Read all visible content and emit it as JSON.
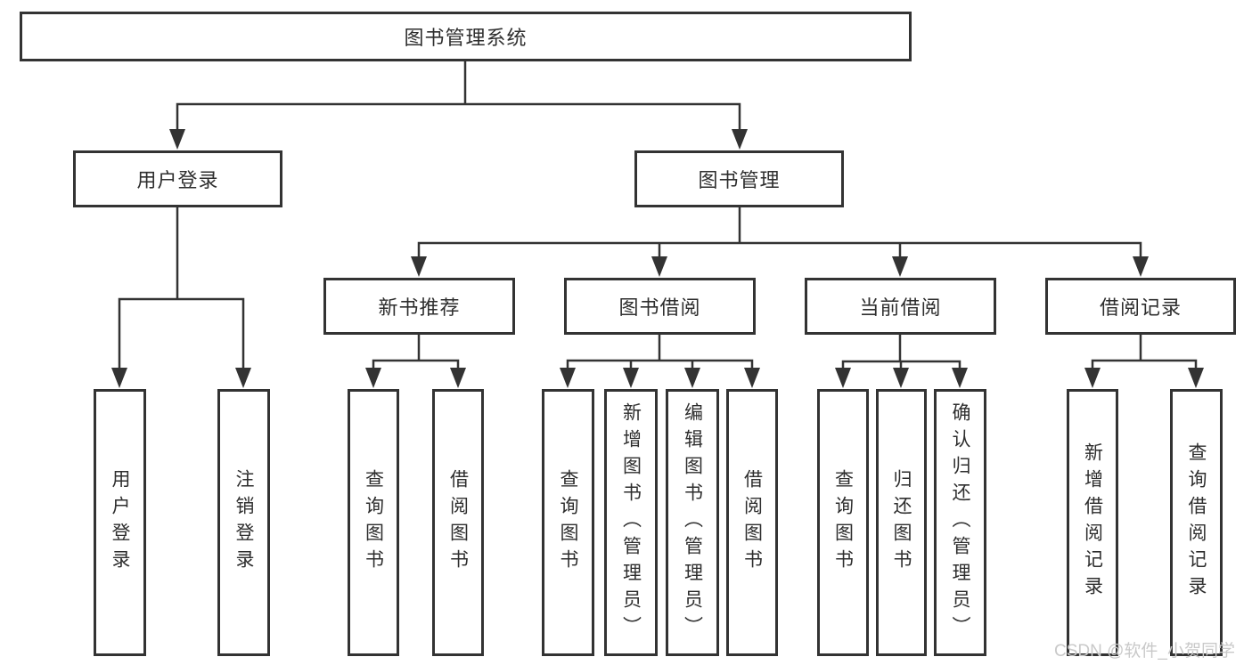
{
  "diagram_type": "hierarchy-tree",
  "colors": {
    "line": "#333333",
    "box_border": "#333333",
    "text": "#2e2e2e",
    "background": "#ffffff",
    "watermark": "#c9c9c9"
  },
  "nodes": {
    "root": "图书管理系统",
    "user_login": "用户登录",
    "book_mgmt": "图书管理",
    "new_books": "新书推荐",
    "book_borrow": "图书借阅",
    "current_borrow": "当前借阅",
    "borrow_records": "借阅记录"
  },
  "leaves": {
    "user_login": "用户登录",
    "logout": "注销登录",
    "nb_query": "查询图书",
    "nb_borrow": "借阅图书",
    "bb_query": "查询图书",
    "bb_add": "新增图书（管理员）",
    "bb_edit": "编辑图书（管理员）",
    "bb_borrow": "借阅图书",
    "cb_query": "查询图书",
    "cb_return": "归还图书",
    "cb_confirm": "确认归还（管理员）",
    "rec_add": "新增借阅记录",
    "rec_query": "查询借阅记录"
  },
  "hierarchy": {
    "图书管理系统": {
      "用户登录": [
        "用户登录",
        "注销登录"
      ],
      "图书管理": {
        "新书推荐": [
          "查询图书",
          "借阅图书"
        ],
        "图书借阅": [
          "查询图书",
          "新增图书（管理员）",
          "编辑图书（管理员）",
          "借阅图书"
        ],
        "当前借阅": [
          "查询图书",
          "归还图书",
          "确认归还（管理员）"
        ],
        "借阅记录": [
          "新增借阅记录",
          "查询借阅记录"
        ]
      }
    }
  },
  "watermark": "CSDN @软件_小贺同学"
}
